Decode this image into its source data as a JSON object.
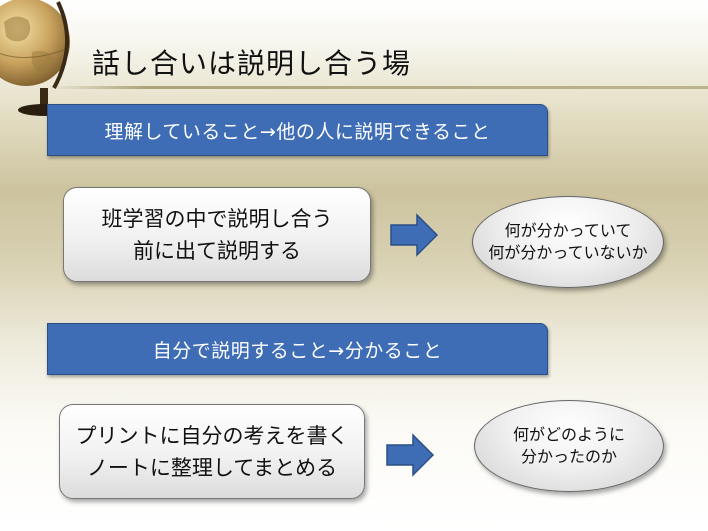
{
  "slide": {
    "title": "話し合いは説明し合う場",
    "banner_1": "理解していること→他の人に説明できること",
    "banner_2": "自分で説明すること→分かること",
    "box_1": {
      "line_1": "班学習の中で説明し合う",
      "line_2": "前に出て説明する"
    },
    "ellipse_1": {
      "line_1": "何が分かっていて",
      "line_2": "何が分かっていないか"
    },
    "box_2": {
      "line_1": "プリントに自分の考えを書く",
      "line_2": "ノートに整理してまとめる"
    },
    "ellipse_2": {
      "line_1": "何がどのように",
      "line_2": "分かったのか"
    }
  },
  "colors": {
    "banner": "#3f6db5",
    "arrow": "#3f6db5",
    "title_rule": "#968c5a"
  },
  "icons": {
    "logo": "globe-icon",
    "flow": "right-arrow-icon"
  }
}
